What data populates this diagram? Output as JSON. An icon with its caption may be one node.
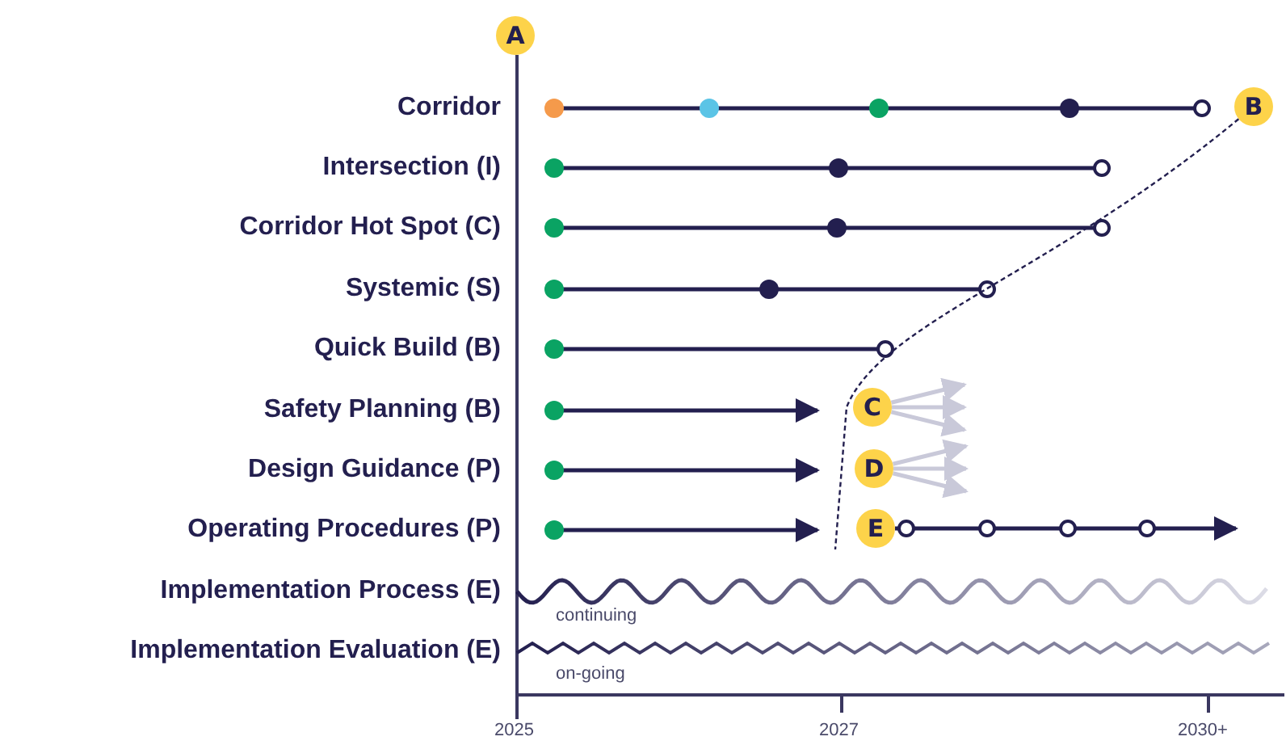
{
  "diagram": {
    "nodes": [
      {
        "text": [
          "A"
        ]
      },
      {
        "text": [
          "B"
        ]
      },
      {
        "text": [
          "C"
        ]
      },
      {
        "text": [
          "D"
        ]
      },
      {
        "text": [
          "E"
        ]
      }
    ],
    "edges": [
      {
        "from": 1,
        "to": null,
        "arrow": "none",
        "style": "dashed",
        "color": "#231f4f"
      },
      {
        "from": 2,
        "to": null,
        "arrow": "to",
        "color": "#c9c9d9"
      },
      {
        "from": 2,
        "to": null,
        "arrow": "to",
        "color": "#c9c9d9"
      },
      {
        "from": 2,
        "to": null,
        "arrow": "to",
        "color": "#c9c9d9"
      },
      {
        "from": 3,
        "to": null,
        "arrow": "to",
        "color": "#c9c9d9"
      },
      {
        "from": 3,
        "to": null,
        "arrow": "to",
        "color": "#c9c9d9"
      },
      {
        "from": 3,
        "to": null,
        "arrow": "to",
        "color": "#c9c9d9"
      },
      {
        "from": 4,
        "to": null,
        "arrow": "to",
        "color": "#231f4f"
      }
    ],
    "labels": [
      "Corridor",
      "Intersection (I)",
      "Corridor Hot Spot (C)",
      "Systemic (S)",
      "Quick Build (B)",
      "Safety Planning (B)",
      "Design Guidance (P)",
      "Operating Procedures (P)",
      "Implementation Process (E)",
      "continuing",
      "Implementation Evaluation (E)",
      "on-going",
      "2025",
      "2027",
      "2030+"
    ]
  }
}
